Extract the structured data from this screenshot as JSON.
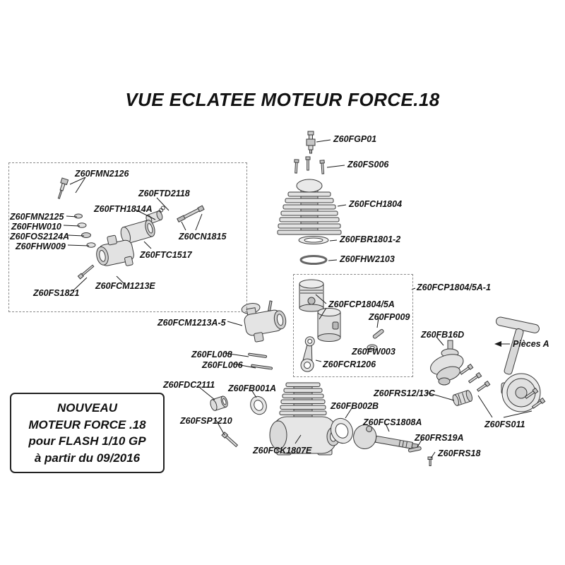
{
  "title": "VUE ECLATEE MOTEUR FORCE.18",
  "note_box": {
    "lines": [
      "NOUVEAU",
      "MOTEUR FORCE .18",
      "pour FLASH 1/10 GP",
      "à partir du 09/2016"
    ]
  },
  "labels": {
    "FGP01": "Z60FGP01",
    "FS006": "Z60FS006",
    "FCH1804": "Z60FCH1804",
    "FBR1801-2": "Z60FBR1801-2",
    "FHW2103": "Z60FHW2103",
    "FMN2126": "Z60FMN2126",
    "FTD2118": "Z60FTD2118",
    "FTH1814A": "Z60FTH1814A",
    "FMN2125": "Z60FMN2125",
    "FHW010": "Z60FHW010",
    "FOS2124A": "Z60FOS2124A",
    "FHW009": "Z60FHW009",
    "CN1815": "Z60CN1815",
    "FTC1517": "Z60FTC1517",
    "FCM1213E": "Z60FCM1213E",
    "FS1821": "Z60FS1821",
    "FCM1213A-5": "Z60FCM1213A-5",
    "FCP1804/5A": "Z60FCP1804/5A",
    "FCP1804/5A-1": "Z60FCP1804/5A-1",
    "FP009": "Z60FP009",
    "FB16D": "Z60FB16D",
    "PIECES_A": "Pièces A",
    "FL008": "Z60FL008",
    "FL006": "Z60FL006",
    "FW003": "Z60FW003",
    "FCR1206": "Z60FCR1206",
    "FDC2111": "Z60FDC2111",
    "FB001A": "Z60FB001A",
    "FRS12/13C": "Z60FRS12/13C",
    "FB002B": "Z60FB002B",
    "FSP1210": "Z60FSP1210",
    "FCS1808A": "Z60FCS1808A",
    "FS011": "Z60FS011",
    "FRS19A": "Z60FRS19A",
    "FRS18": "Z60FRS18",
    "FCK1807E": "Z60FCK1807E"
  }
}
